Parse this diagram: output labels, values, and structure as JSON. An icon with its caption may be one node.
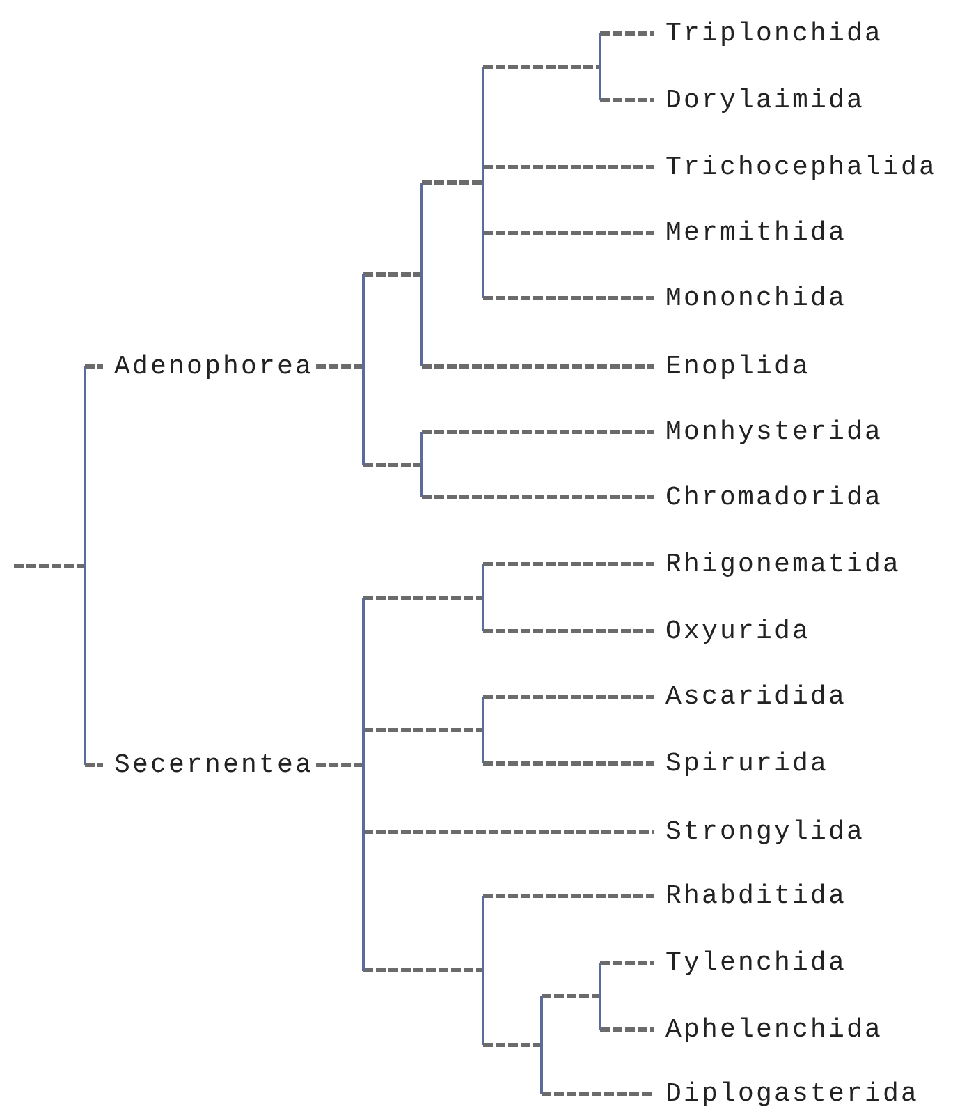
{
  "diagram": {
    "nodes": [
      {
        "text": [],
        "shape": "bar"
      },
      {
        "text": [
          "Adenophorea"
        ]
      },
      {
        "text": [],
        "shape": "bar"
      },
      {
        "text": [],
        "shape": "bar"
      },
      {
        "text": [],
        "shape": "bar"
      },
      {
        "text": [],
        "shape": "bar"
      },
      {
        "text": [
          "Triplonchida"
        ]
      },
      {
        "text": [
          "Dorylaimida"
        ]
      },
      {
        "text": [
          "Trichocephalida"
        ]
      },
      {
        "text": [
          "Mermithida"
        ]
      },
      {
        "text": [
          "Mononchida"
        ]
      },
      {
        "text": [
          "Enoplida"
        ]
      },
      {
        "text": [],
        "shape": "bar"
      },
      {
        "text": [
          "Monhysterida"
        ]
      },
      {
        "text": [
          "Chromadorida"
        ]
      },
      {
        "text": [
          "Secernentea"
        ]
      },
      {
        "text": [],
        "shape": "bar"
      },
      {
        "text": [],
        "shape": "bar"
      },
      {
        "text": [
          "Rhigonematida"
        ]
      },
      {
        "text": [
          "Oxyurida"
        ]
      },
      {
        "text": [],
        "shape": "bar"
      },
      {
        "text": [
          "Ascaridida"
        ]
      },
      {
        "text": [
          "Spirurida"
        ]
      },
      {
        "text": [
          "Strongylida"
        ]
      },
      {
        "text": [],
        "shape": "bar"
      },
      {
        "text": [
          "Rhabditida"
        ]
      },
      {
        "text": [],
        "shape": "bar"
      },
      {
        "text": [],
        "shape": "bar"
      },
      {
        "text": [
          "Tylenchida"
        ]
      },
      {
        "text": [
          "Aphelenchida"
        ]
      },
      {
        "text": [
          "Diplogasterida"
        ]
      }
    ],
    "edges": [
      {
        "from": null,
        "to": 0,
        "arrow": "none"
      },
      {
        "from": 0,
        "to": 1,
        "arrow": "none"
      },
      {
        "from": 0,
        "to": 15,
        "arrow": "none"
      },
      {
        "from": 1,
        "to": 2,
        "arrow": "none"
      },
      {
        "from": 2,
        "to": 3,
        "arrow": "none"
      },
      {
        "from": 2,
        "to": 12,
        "arrow": "none"
      },
      {
        "from": 3,
        "to": 4,
        "arrow": "none"
      },
      {
        "from": 3,
        "to": 11,
        "arrow": "none"
      },
      {
        "from": 4,
        "to": 5,
        "arrow": "none"
      },
      {
        "from": 4,
        "to": 8,
        "arrow": "none"
      },
      {
        "from": 4,
        "to": 9,
        "arrow": "none"
      },
      {
        "from": 4,
        "to": 10,
        "arrow": "none"
      },
      {
        "from": 5,
        "to": 6,
        "arrow": "none"
      },
      {
        "from": 5,
        "to": 7,
        "arrow": "none"
      },
      {
        "from": 12,
        "to": 13,
        "arrow": "none"
      },
      {
        "from": 12,
        "to": 14,
        "arrow": "none"
      },
      {
        "from": 15,
        "to": 16,
        "arrow": "none"
      },
      {
        "from": 16,
        "to": 17,
        "arrow": "none"
      },
      {
        "from": 16,
        "to": 20,
        "arrow": "none"
      },
      {
        "from": 16,
        "to": 23,
        "arrow": "none"
      },
      {
        "from": 16,
        "to": 24,
        "arrow": "none"
      },
      {
        "from": 17,
        "to": 18,
        "arrow": "none"
      },
      {
        "from": 17,
        "to": 19,
        "arrow": "none"
      },
      {
        "from": 20,
        "to": 21,
        "arrow": "none"
      },
      {
        "from": 20,
        "to": 22,
        "arrow": "none"
      },
      {
        "from": 24,
        "to": 25,
        "arrow": "none"
      },
      {
        "from": 24,
        "to": 26,
        "arrow": "none"
      },
      {
        "from": 26,
        "to": 27,
        "arrow": "none"
      },
      {
        "from": 26,
        "to": 30,
        "arrow": "none"
      },
      {
        "from": 27,
        "to": 28,
        "arrow": "none"
      },
      {
        "from": 27,
        "to": 29,
        "arrow": "none"
      }
    ]
  }
}
